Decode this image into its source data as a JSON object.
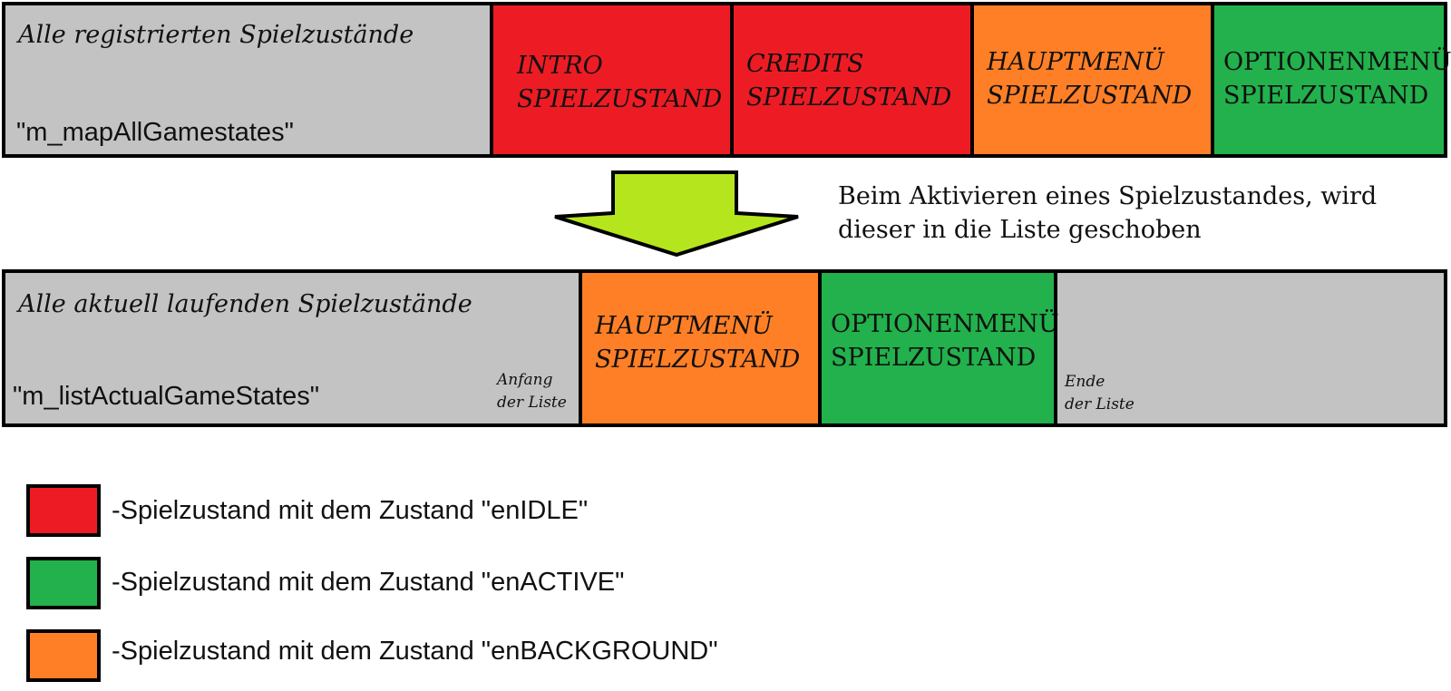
{
  "colors": {
    "idle": "#ed1c24",
    "active": "#22b14c",
    "background": "#ff7f27",
    "container": "#c3c3c3",
    "arrow": "#b5e61d"
  },
  "all_gamestates": {
    "title": "Alle registrierten Spielzustände",
    "variable": "\"m_mapAllGamestates\"",
    "states": [
      {
        "line1": "INTRO",
        "line2": "SPIELZUSTAND",
        "status": "idle"
      },
      {
        "line1": "CREDITS",
        "line2": "SPIELZUSTAND",
        "status": "idle"
      },
      {
        "line1": "HAUPTMENÜ",
        "line2": "SPIELZUSTAND",
        "status": "background"
      },
      {
        "line1": "OPTIONENMENÜ",
        "line2": "SPIELZUSTAND",
        "status": "active"
      }
    ]
  },
  "transition": {
    "arrow_icon": "down-arrow-icon",
    "note_line1": "Beim Aktivieren eines Spielzustandes, wird",
    "note_line2": "dieser in die Liste geschoben"
  },
  "actual_gamestates": {
    "title": "Alle aktuell laufenden Spielzustände",
    "variable": "\"m_listActualGameStates\"",
    "start_line1": "Anfang",
    "start_line2": "der Liste",
    "end_line1": "Ende",
    "end_line2": "der Liste",
    "states": [
      {
        "line1": "HAUPTMENÜ",
        "line2": "SPIELZUSTAND",
        "status": "background"
      },
      {
        "line1": "OPTIONENMENÜ",
        "line2": "SPIELZUSTAND",
        "status": "active"
      }
    ]
  },
  "legend": [
    {
      "text": "-Spielzustand mit dem Zustand \"enIDLE\"",
      "status": "idle"
    },
    {
      "text": "-Spielzustand mit dem Zustand \"enACTIVE\"",
      "status": "active"
    },
    {
      "text": "-Spielzustand mit dem Zustand \"enBACKGROUND\"",
      "status": "background"
    }
  ]
}
